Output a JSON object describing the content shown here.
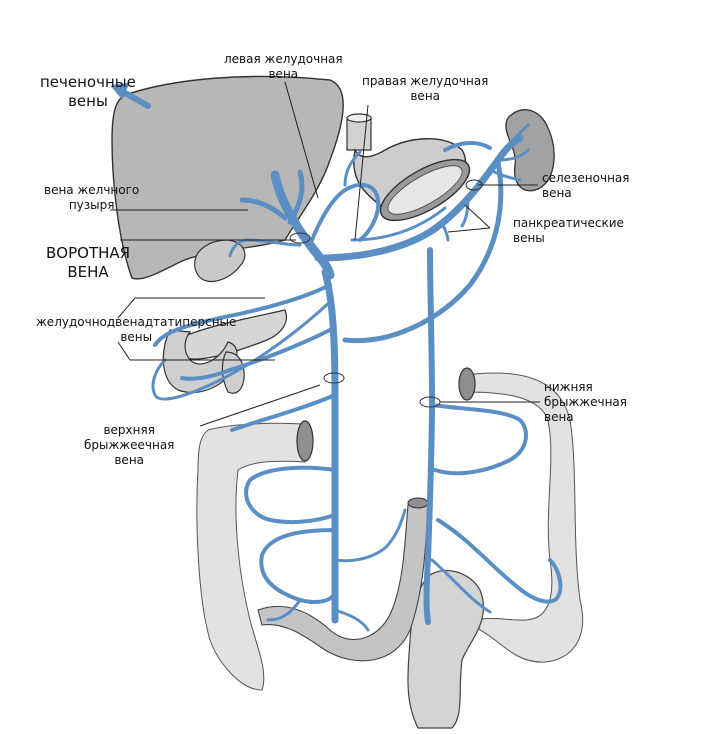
{
  "labels": {
    "hepatic_veins": "печеночные\nвены",
    "left_gastric_vein": "левая желудочная\nвена",
    "right_gastric_vein": "правая желудочная\nвена",
    "splenic_vein": "селезеночная\nвена",
    "gallbladder_vein": "вена желчного\nпузыря",
    "pancreatic_veins": "панкреатические\nвены",
    "portal_vein": "ВОРОТНАЯ\nВЕНА",
    "gastroduodenal_veins": "желудочнодвенадтатиперсные\nвены",
    "inferior_mesenteric_vein": "нижняя\nбрыжжечная\nвена",
    "superior_mesenteric_vein": "верхняя\nбрыжжеечная\nвена"
  },
  "colors": {
    "vein": "#5b8fc4",
    "organ_fill": "#b9b9b9",
    "organ_light": "#e6e6e6",
    "outline": "#333333"
  }
}
